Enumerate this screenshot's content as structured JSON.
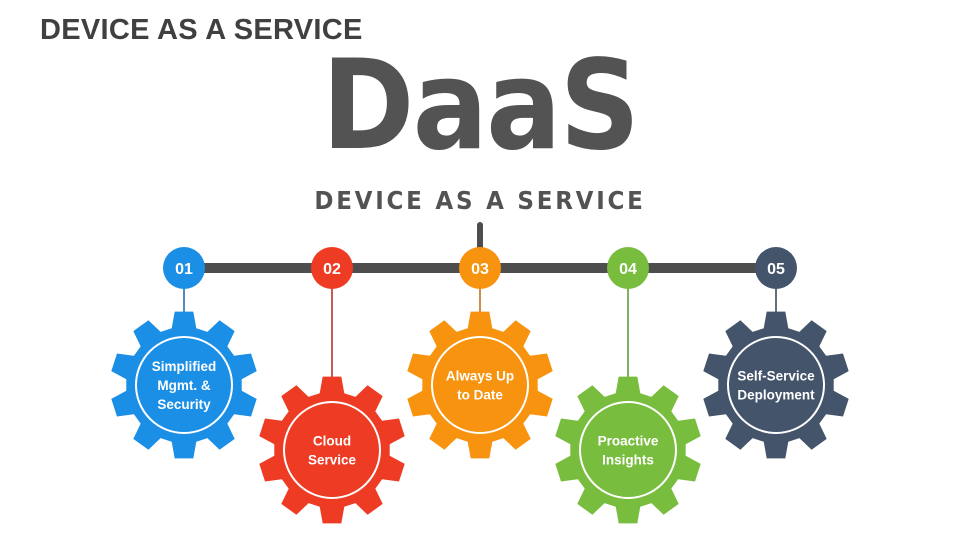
{
  "title": "DEVICE AS A SERVICE",
  "logo": {
    "text": "DaaS",
    "subtitle": "DEVICE AS A SERVICE"
  },
  "colors": {
    "text": "#404040",
    "logo": "#535353",
    "bar": "#4d4d4d"
  },
  "steps": [
    {
      "number": "01",
      "lines": [
        "Simplified",
        "Mgmt. &",
        "Security"
      ],
      "color": "#1b8fe6",
      "dark": "#1565a8"
    },
    {
      "number": "02",
      "lines": [
        "Cloud",
        "Service"
      ],
      "color": "#ee3b24",
      "dark": "#b4261a"
    },
    {
      "number": "03",
      "lines": [
        "Always Up",
        "to Date"
      ],
      "color": "#f7930e",
      "dark": "#bf6a09"
    },
    {
      "number": "04",
      "lines": [
        "Proactive",
        "Insights"
      ],
      "color": "#79bd3e",
      "dark": "#58972a"
    },
    {
      "number": "05",
      "lines": [
        "Self-Service",
        "Deployment"
      ],
      "color": "#44546a",
      "dark": "#2f3d50"
    }
  ]
}
